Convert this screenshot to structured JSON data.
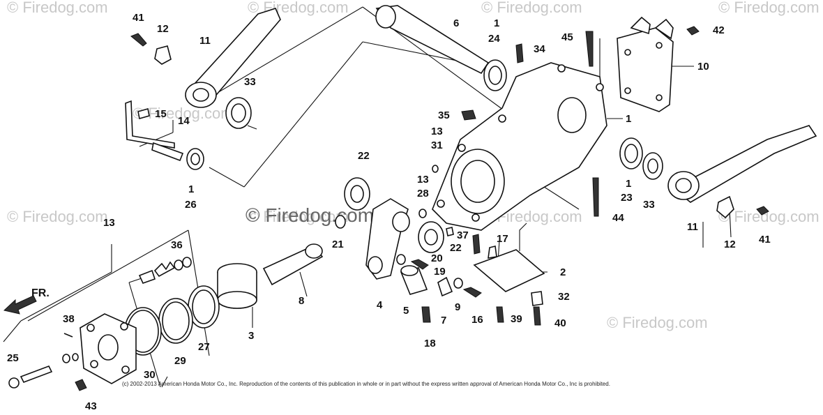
{
  "watermark": {
    "tiles": [
      "© Firedog.com",
      "© Firedog.com",
      "© Firedog.com",
      "© Firedog.com",
      "© Firedog.com",
      "© Firedog.com",
      "© Firedog.com",
      "© Firedog.com",
      "© Firedog.com",
      "© Firedog.com"
    ],
    "center": "© Firedog.com"
  },
  "direction_label": "FR.",
  "copyright": "(c) 2002-2013 American Honda Motor Co., Inc. Reproduction of the contents of this publication in whole or in part without the express written approval of American Honda Motor Co., Inc is prohibited.",
  "callouts": [
    "41",
    "12",
    "11",
    "33",
    "15",
    "14",
    "1",
    "26",
    "6",
    "1",
    "24",
    "34",
    "45",
    "42",
    "10",
    "35",
    "1",
    "13",
    "31",
    "22",
    "13",
    "28",
    "21",
    "4",
    "20",
    "19",
    "22",
    "37",
    "17",
    "5",
    "7",
    "9",
    "16",
    "18",
    "2",
    "32",
    "39",
    "40",
    "44",
    "1",
    "23",
    "33",
    "11",
    "12",
    "41",
    "13",
    "36",
    "8",
    "3",
    "27",
    "29",
    "30",
    "38",
    "25",
    "43"
  ]
}
